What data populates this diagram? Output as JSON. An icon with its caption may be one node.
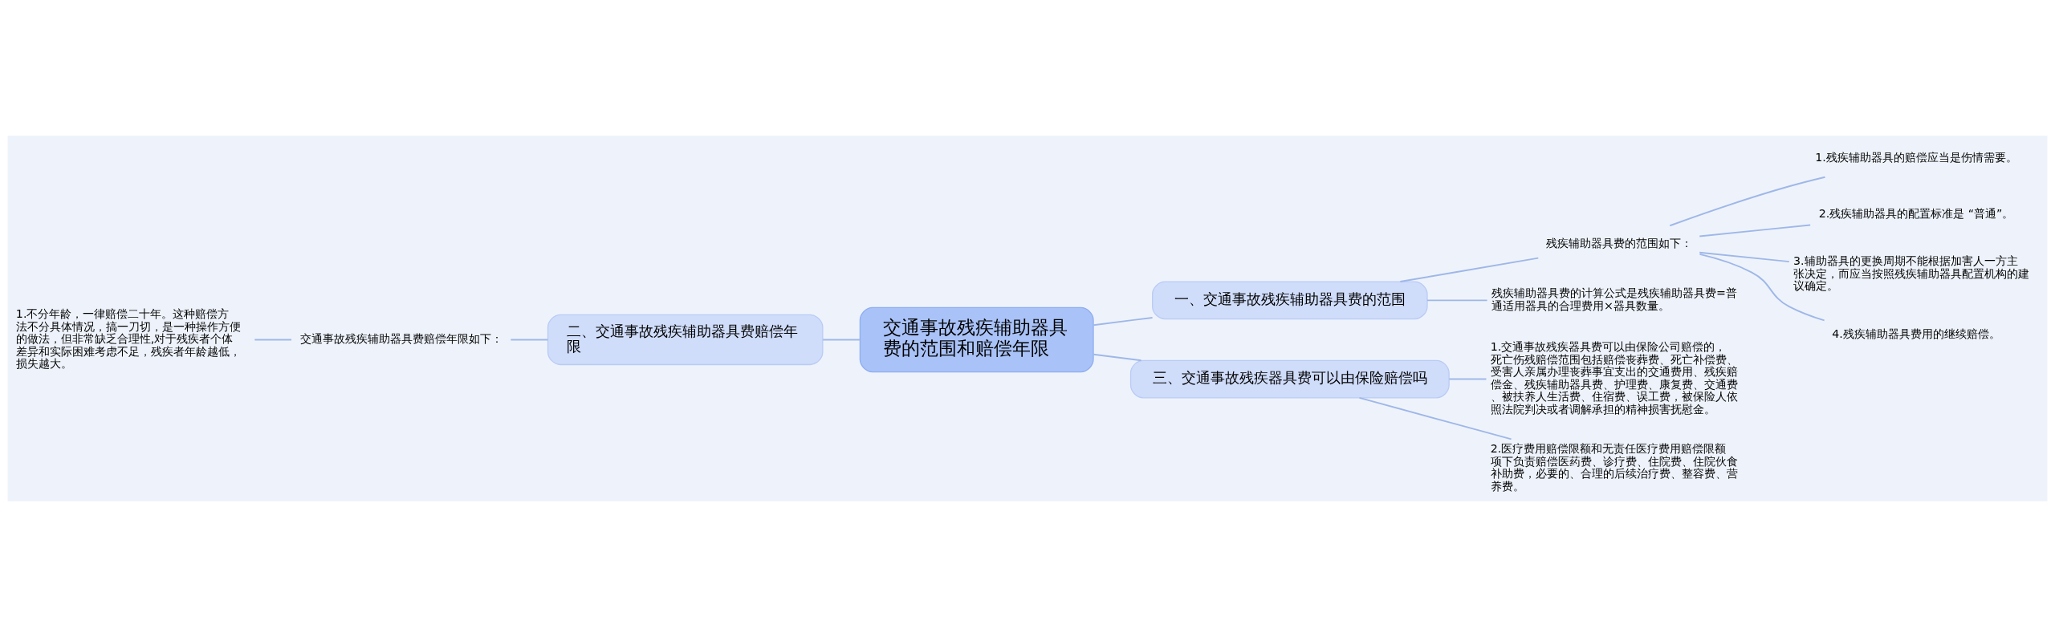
{
  "diagram": {
    "nodes": [
      {
        "text": [
          "交通事故残疾辅助器具费的范围和赔偿年限"
        ]
      },
      {
        "text": [
          "一、交通事故残疾辅助器具费的范围"
        ]
      },
      {
        "text": [
          "残疾辅助器具费的范围如下："
        ]
      },
      {
        "text": [
          "1.残疾辅助器具的赔偿应当是伤情需要。"
        ]
      },
      {
        "text": [
          "2.残疾辅助器具的配置标准是 “普通”。"
        ]
      },
      {
        "text": [
          "3.辅助器具的更换周期不能根据加害人一方主张决定，而应当按照残疾辅助器具配置机构的建议确定。"
        ]
      },
      {
        "text": [
          "4.残疾辅助器具费用的继续赔偿。"
        ]
      },
      {
        "text": [
          "残疾辅助器具费的计算公式是残疾辅助器具费=普通适用器具的合理费用×器具数量。"
        ]
      },
      {
        "text": [
          "三、交通事故残疾器具费可以由保险赔偿吗"
        ]
      },
      {
        "text": [
          "1.交通事故残疾器具费可以由保险公司赔偿的，死亡伤残赔偿范围包括赔偿丧葬费、死亡补偿费、受害人亲属办理丧葬事宜支出的交通费用、残疾赔偿金、残疾辅助器具费、护理费、康复费、交通费、被扶养人生活费、住宿费、误工费，被保险人依照法院判决或者调解承担的精神损害抚慰金。"
        ]
      },
      {
        "text": [
          "2.医疗费用赔偿限额和无责任医疗费用赔偿限额项下负责赔偿医药费、诊疗费、住院费、住院伙食补助费，必要的、合理的后续治疗费、整容费、营养费。"
        ]
      },
      {
        "text": [
          "二、交通事故残疾辅助器具费赔偿年限"
        ]
      },
      {
        "text": [
          "交通事故残疾辅助器具费赔偿年限如下："
        ]
      },
      {
        "text": [
          "1.不分年龄，一律赔偿二十年。这种赔偿方法不分具体情况，搞一刀切，是一种操作方便的做法，但非常缺乏合理性,对于残疾者个体差异和实际困难考虑不足，残疾者年龄越低，损失越大。"
        ]
      }
    ],
    "edges": [
      {
        "from": 0,
        "to": 1,
        "arrow": "none"
      },
      {
        "from": 1,
        "to": 2,
        "arrow": "none"
      },
      {
        "from": 2,
        "to": 3,
        "arrow": "none"
      },
      {
        "from": 2,
        "to": 4,
        "arrow": "none"
      },
      {
        "from": 2,
        "to": 5,
        "arrow": "none"
      },
      {
        "from": 2,
        "to": 6,
        "arrow": "none"
      },
      {
        "from": 1,
        "to": 7,
        "arrow": "none"
      },
      {
        "from": 0,
        "to": 8,
        "arrow": "none"
      },
      {
        "from": 8,
        "to": 9,
        "arrow": "none"
      },
      {
        "from": 8,
        "to": 10,
        "arrow": "none"
      },
      {
        "from": 0,
        "to": 11,
        "arrow": "none"
      },
      {
        "from": 11,
        "to": 12,
        "arrow": "none"
      },
      {
        "from": 12,
        "to": 13,
        "arrow": "none"
      }
    ]
  }
}
